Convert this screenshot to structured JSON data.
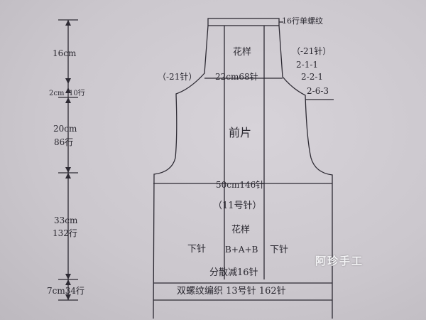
{
  "dimensions": {
    "d1": "16cm",
    "d2a": "2cm",
    "d2b": "10行",
    "d3a": "20cm",
    "d3b": "86行",
    "d4a": "33cm",
    "d4b": "132行",
    "d5": "7cm34行"
  },
  "neck_label": "16行单螺纹",
  "yoke": {
    "pattern": "花样",
    "width": "22cm68针",
    "left_dec": "（-21针）",
    "right_dec": "（-21针）",
    "dec_steps": [
      "2-1-1",
      "2-2-1",
      "2-6-3"
    ]
  },
  "body": {
    "title": "前片",
    "width": "50cm146针",
    "needle": "（11号针）",
    "pattern": "花样",
    "pattern_code": "B+A+B",
    "left_stitch": "下针",
    "right_stitch": "下针",
    "decrease": "分散减16针"
  },
  "rib": "双螺纹编织  13号针  162针",
  "watermark": "阿珍手工"
}
